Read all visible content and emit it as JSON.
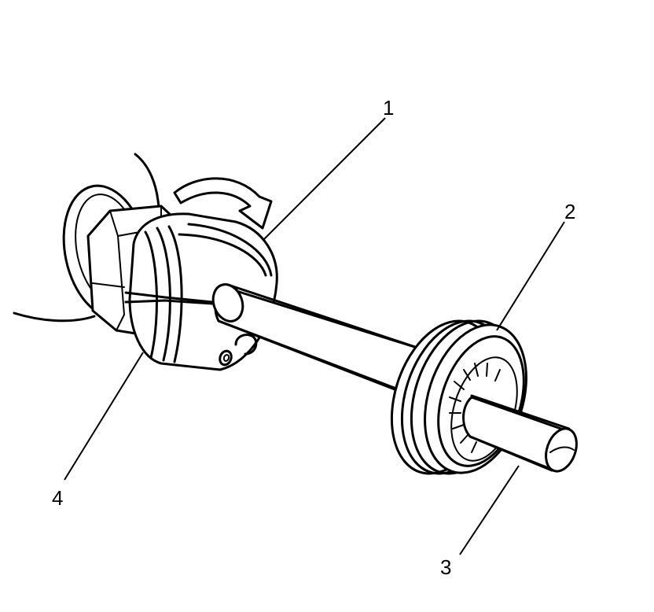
{
  "diagram": {
    "callouts": [
      {
        "id": "1",
        "label": "1"
      },
      {
        "id": "2",
        "label": "2"
      },
      {
        "id": "3",
        "label": "3"
      },
      {
        "id": "4",
        "label": "4"
      }
    ],
    "rotation_arrow": "clockwise-rotation-arrow",
    "colors": {
      "ink": "#000000",
      "paper": "#ffffff"
    }
  }
}
